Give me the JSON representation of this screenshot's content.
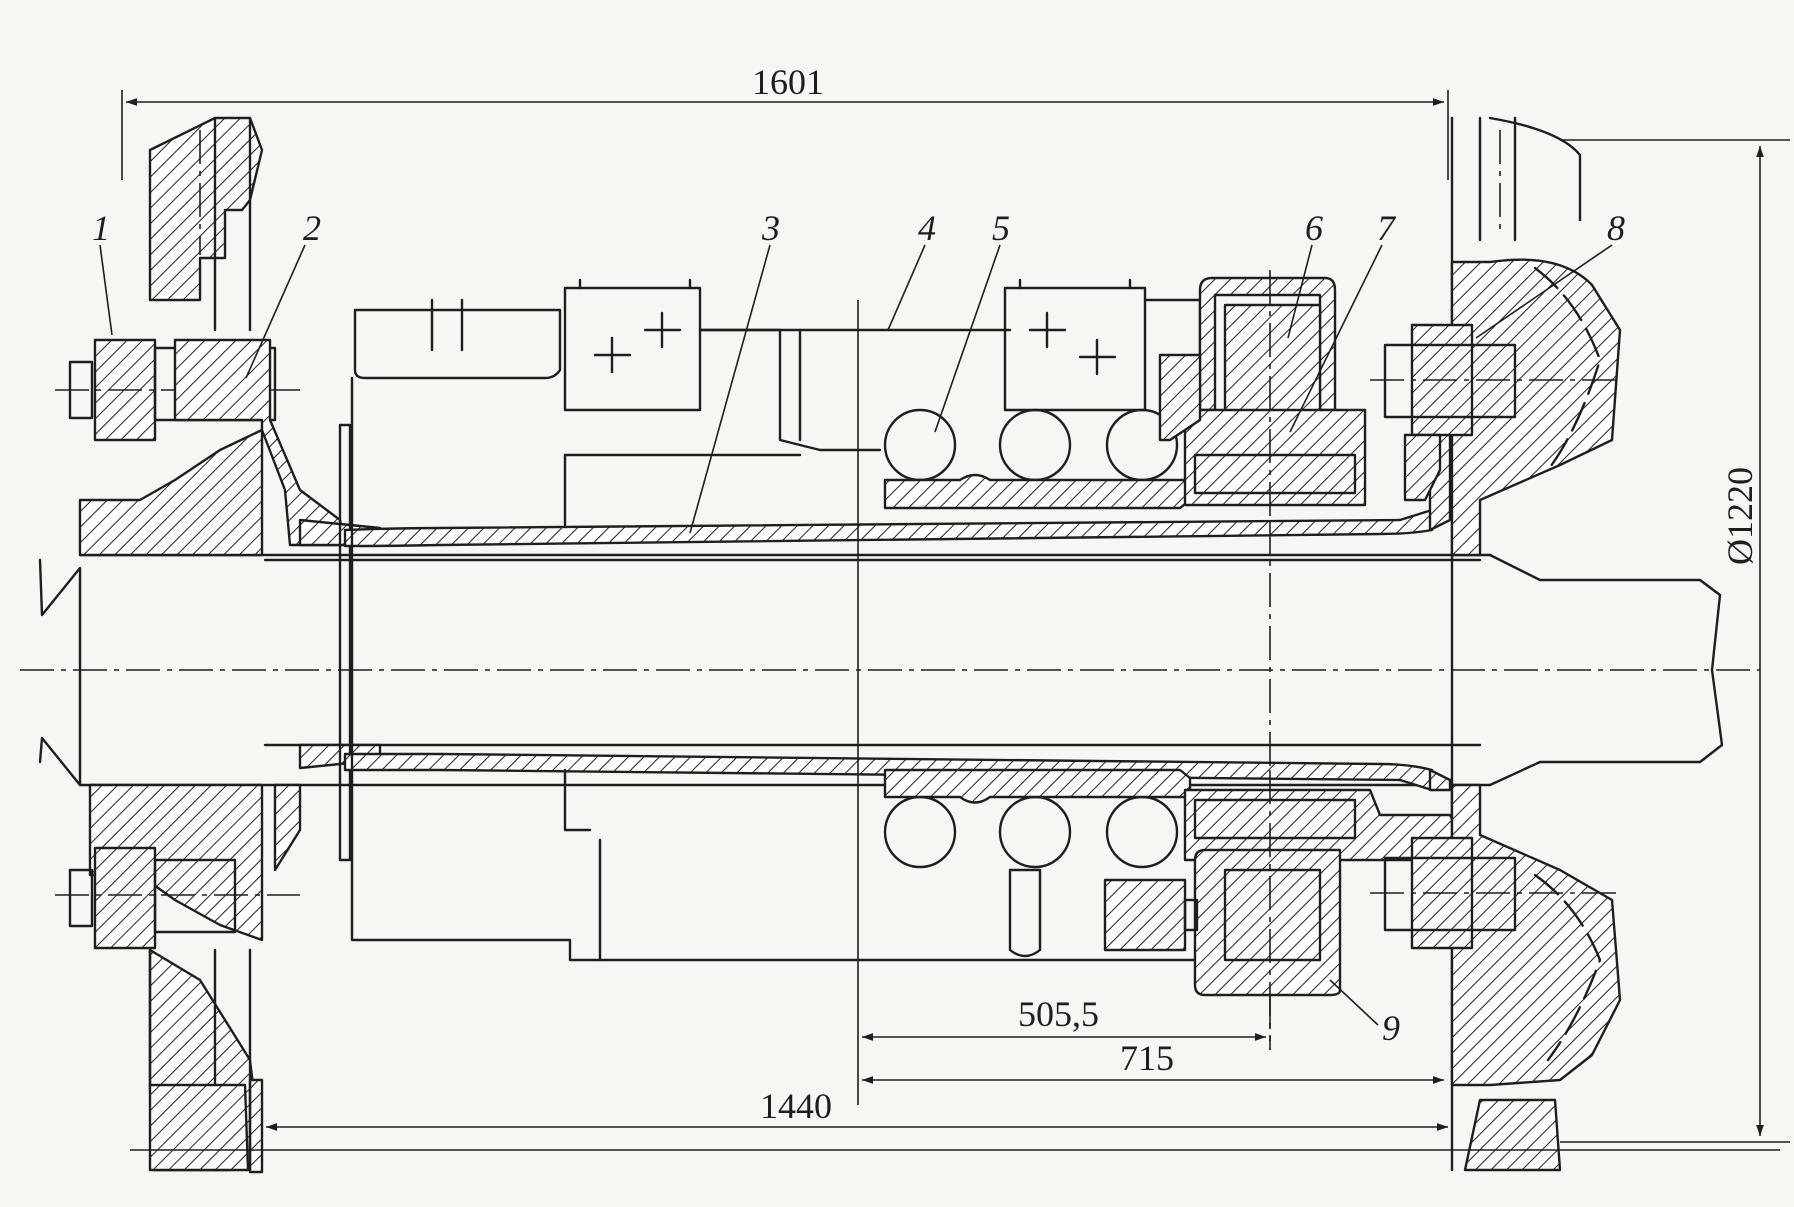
{
  "drawing": {
    "callouts": [
      "1",
      "2",
      "3",
      "4",
      "5",
      "6",
      "7",
      "8",
      "9"
    ],
    "dimensions": {
      "overall_width": "1601",
      "wheel_diameter": "Ø1220",
      "track_gauge": "1440",
      "gear_center": "505,5",
      "gear_offset": "715"
    }
  }
}
